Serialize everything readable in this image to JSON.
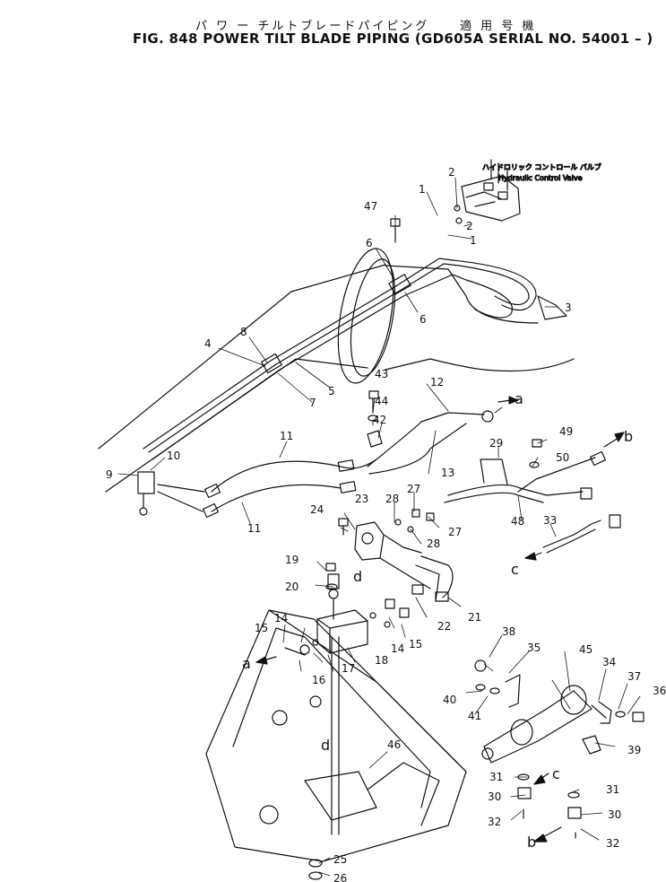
{
  "header": {
    "title_jp": "パ ワ ー  チルトブレードパイピング",
    "applicable_jp": "適 用 号 機",
    "title_en": "FIG. 848  POWER TILT BLADE PIPING (GD605A SERIAL NO. 54001 – )"
  },
  "valve_label": {
    "jp": "ハイドロリック コントロール バルブ",
    "en": "Hydraulic Control Valve"
  },
  "callouts": {
    "n1a": "1",
    "n1b": "1",
    "n2a": "2",
    "n2b": "2",
    "n3": "3",
    "n4": "4",
    "n5": "5",
    "n6a": "6",
    "n6b": "6",
    "n7": "7",
    "n8": "8",
    "n9": "9",
    "n10": "10",
    "n11a": "11",
    "n11b": "11",
    "n12": "12",
    "n13": "13",
    "n14a": "14",
    "n14b": "14",
    "n15a": "15",
    "n15b": "15",
    "n16": "16",
    "n17": "17",
    "n18": "18",
    "n19": "19",
    "n20": "20",
    "n21": "21",
    "n22": "22",
    "n23": "23",
    "n24": "24",
    "n25": "25",
    "n26": "26",
    "n27a": "27",
    "n27b": "27",
    "n28a": "28",
    "n28b": "28",
    "n29": "29",
    "n30a": "30",
    "n30b": "30",
    "n31a": "31",
    "n31b": "31",
    "n32a": "32",
    "n32b": "32",
    "n33": "33",
    "n34": "34",
    "n35": "35",
    "n36": "36",
    "n37": "37",
    "n38": "38",
    "n39": "39",
    "n40": "40",
    "n41": "41",
    "n42": "42",
    "n43": "43",
    "n44": "44",
    "n45": "45",
    "n46": "46",
    "n47": "47",
    "n48": "48",
    "n49": "49",
    "n50": "50"
  },
  "connectors": {
    "a1": "a",
    "a2": "a",
    "b1": "b",
    "b2": "b",
    "c1": "c",
    "c2": "c",
    "d1": "d",
    "d2": "d"
  }
}
